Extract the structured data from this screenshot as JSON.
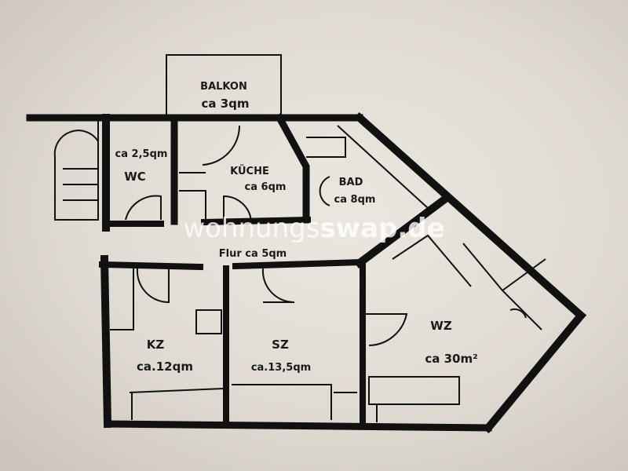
{
  "rooms": {
    "balkon": {
      "name": "BALKON",
      "area": "ca 3qm"
    },
    "wc": {
      "name": "WC",
      "area": "ca 2,5qm"
    },
    "kueche": {
      "name": "KÜCHE",
      "area": "ca 6qm"
    },
    "bad": {
      "name": "BAD",
      "area": "ca 8qm"
    },
    "flur": {
      "label": "Flur ca 5qm"
    },
    "kz": {
      "name": "KZ",
      "area": "ca.12qm"
    },
    "sz": {
      "name": "SZ",
      "area": "ca.13,5qm"
    },
    "wz": {
      "name": "WZ",
      "area": "ca 30m²"
    }
  },
  "watermark": {
    "part1": "wohnungs",
    "part2": "swap.de"
  },
  "colors": {
    "paper": "#e6e1d9",
    "ink": "#111111",
    "watermark": "#ffffff"
  }
}
